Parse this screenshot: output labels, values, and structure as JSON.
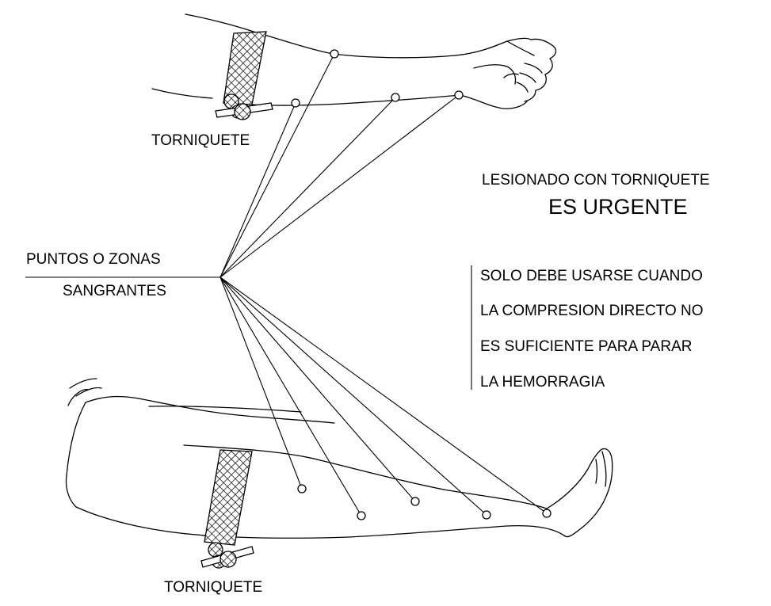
{
  "labels": {
    "tourniquet_arm": "TORNIQUETE",
    "tourniquet_leg": "TORNIQUETE",
    "points_line1": "PUNTOS O ZONAS",
    "points_line2": "SANGRANTES",
    "title_line1": "LESIONADO CON TORNIQUETE",
    "title_line2": "ES URGENTE"
  },
  "note_lines": [
    "SOLO DEBE USARSE CUANDO",
    "LA COMPRESION DIRECTO NO",
    "ES SUFICIENTE PARA PARAR",
    "LA HEMORRAGIA"
  ],
  "colors": {
    "stroke": "#000000",
    "background": "#ffffff"
  }
}
